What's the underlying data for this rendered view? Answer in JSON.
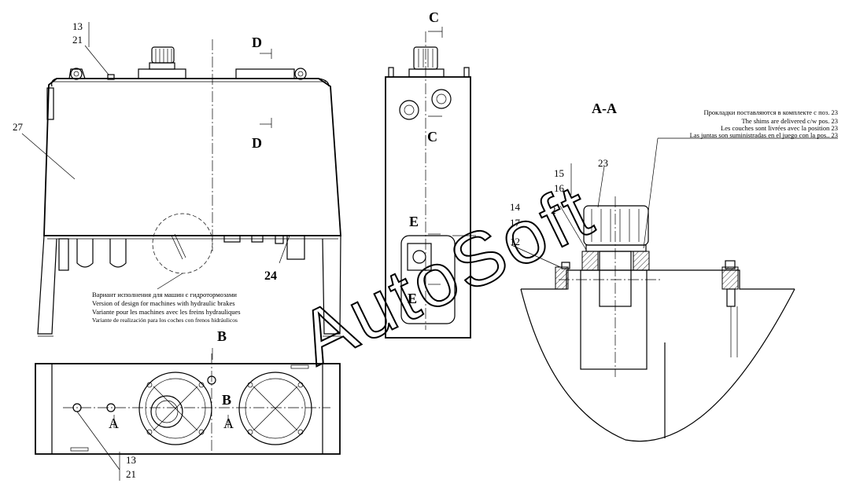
{
  "labels": {
    "pos_13_top": "13",
    "pos_21_top": "21",
    "pos_27": "27",
    "pos_24": "24",
    "pos_13_bottom": "13",
    "pos_21_bottom": "21",
    "pos_15": "15",
    "pos_16": "16",
    "pos_14": "14",
    "pos_17": "17",
    "pos_2": "2",
    "pos_12": "12",
    "pos_23": "23",
    "sec_D_top": "D",
    "sec_D_bottom": "D",
    "sec_C_top": "C",
    "sec_C_bottom": "C",
    "sec_E_top": "E",
    "sec_E_bottom": "E",
    "sec_B_top": "B",
    "sec_B_bottom": "B",
    "sec_A_left": "A",
    "sec_A_right": "A",
    "section_title": "A-A"
  },
  "notes": {
    "hydraulic_brakes": [
      "Вариант исполнения для машин с гидротормозами",
      "Version of design for machines with hydraulic brakes",
      "Variante pour les machines avec les freins hydrauliques",
      "Variante de realización para los coches con frenos hidráulicos"
    ],
    "shims": [
      "Прокладки поставляются в комплекте с поз. 23",
      "The shims are delivered c/w pos. 23",
      "Les couches sont livrées avec la position 23",
      "Las juntas son suministradas en el juego con la  pos.. 23"
    ]
  },
  "watermark": "AutoSoft"
}
